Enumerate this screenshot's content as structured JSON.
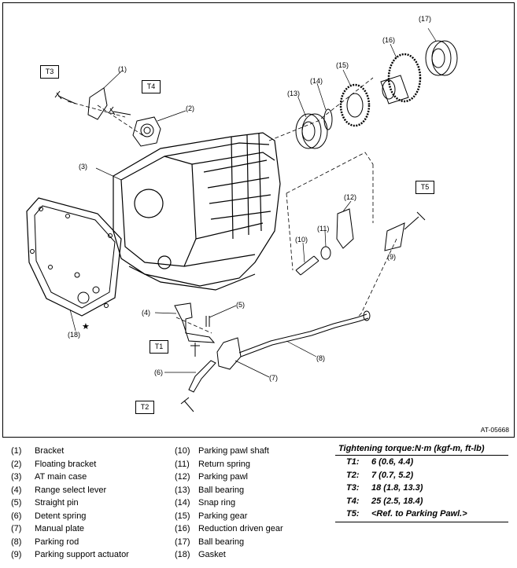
{
  "figure": {
    "id_label": "AT-05668",
    "star": "★",
    "callouts": [
      "(1)",
      "(2)",
      "(3)",
      "(4)",
      "(5)",
      "(6)",
      "(7)",
      "(8)",
      "(9)",
      "(10)",
      "(11)",
      "(12)",
      "(13)",
      "(14)",
      "(15)",
      "(16)",
      "(17)",
      "(18)"
    ],
    "torque_tags": [
      "T1",
      "T2",
      "T3",
      "T4",
      "T5"
    ]
  },
  "legend": [
    {
      "num": "(1)",
      "name": "Bracket"
    },
    {
      "num": "(2)",
      "name": "Floating bracket"
    },
    {
      "num": "(3)",
      "name": "AT main case"
    },
    {
      "num": "(4)",
      "name": "Range select lever"
    },
    {
      "num": "(5)",
      "name": "Straight pin"
    },
    {
      "num": "(6)",
      "name": "Detent spring"
    },
    {
      "num": "(7)",
      "name": "Manual plate"
    },
    {
      "num": "(8)",
      "name": "Parking rod"
    },
    {
      "num": "(9)",
      "name": "Parking support actuator"
    },
    {
      "num": "(10)",
      "name": "Parking pawl shaft"
    },
    {
      "num": "(11)",
      "name": "Return spring"
    },
    {
      "num": "(12)",
      "name": "Parking pawl"
    },
    {
      "num": "(13)",
      "name": "Ball bearing"
    },
    {
      "num": "(14)",
      "name": "Snap ring"
    },
    {
      "num": "(15)",
      "name": "Parking gear"
    },
    {
      "num": "(16)",
      "name": "Reduction driven gear"
    },
    {
      "num": "(17)",
      "name": "Ball bearing"
    },
    {
      "num": "(18)",
      "name": "Gasket"
    }
  ],
  "torque": {
    "title": "Tightening torque:N·m (kgf-m, ft-lb)",
    "rows": [
      {
        "key": "T1:",
        "value": "6 (0.6, 4.4)"
      },
      {
        "key": "T2:",
        "value": "7 (0.7, 5.2)"
      },
      {
        "key": "T3:",
        "value": "18 (1.8, 13.3)"
      },
      {
        "key": "T4:",
        "value": "25 (2.5, 18.4)"
      },
      {
        "key": "T5:",
        "value": "<Ref. to Parking Pawl.>"
      }
    ]
  }
}
